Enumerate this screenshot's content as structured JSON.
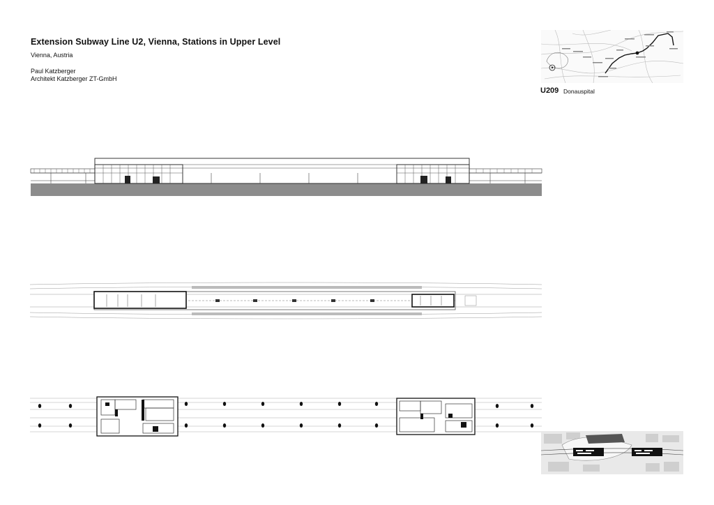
{
  "sheet": {
    "title": "Extension Subway Line U2, Vienna, Stations in Upper Level",
    "location": "Vienna, Austria",
    "architect": "Paul Katzberger",
    "firm": "Architekt Katzberger ZT-GmbH"
  },
  "station": {
    "code": "U209",
    "name": "Donauspital"
  },
  "drawings": {
    "elevation": "elevation-drawing",
    "upper_plan": "upper-level-plan",
    "ground_plan": "ground-level-plan",
    "route_map": "route-map",
    "site_plan": "site-plan"
  }
}
